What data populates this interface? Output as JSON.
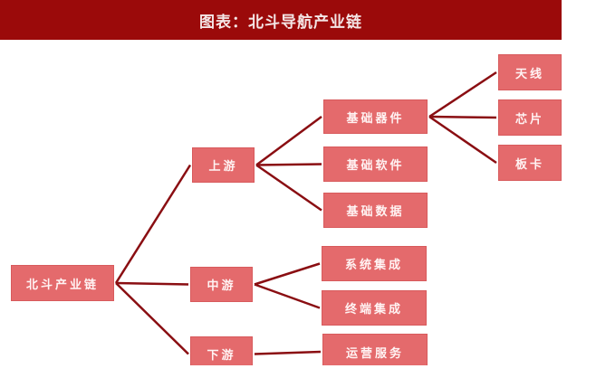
{
  "title": "图表：北斗导航产业链",
  "colors": {
    "title_bg": "#9b0a0a",
    "node_bg": "#e46a6c",
    "line": "#8a0e12"
  },
  "nodes": {
    "root": "北斗产业链",
    "upstream": "上游",
    "midstream": "中游",
    "downstream": "下游",
    "basic_components": "基础器件",
    "basic_software": "基础软件",
    "basic_data": "基础数据",
    "system_integration": "系统集成",
    "terminal_integration": "终端集成",
    "operation_services": "运营服务",
    "antenna": "天线",
    "chip": "芯片",
    "board": "板卡"
  },
  "edges": [
    [
      "root",
      "upstream"
    ],
    [
      "root",
      "midstream"
    ],
    [
      "root",
      "downstream"
    ],
    [
      "upstream",
      "basic_components"
    ],
    [
      "upstream",
      "basic_software"
    ],
    [
      "upstream",
      "basic_data"
    ],
    [
      "midstream",
      "system_integration"
    ],
    [
      "midstream",
      "terminal_integration"
    ],
    [
      "downstream",
      "operation_services"
    ],
    [
      "basic_components",
      "antenna"
    ],
    [
      "basic_components",
      "chip"
    ],
    [
      "basic_components",
      "board"
    ]
  ]
}
